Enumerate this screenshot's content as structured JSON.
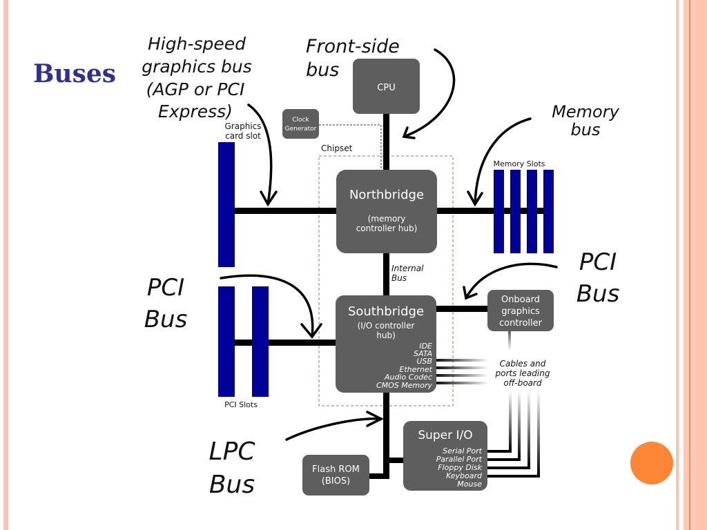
{
  "slide": {
    "title": "Buses",
    "colors": {
      "title": "#2e3191",
      "accent_border": "#f9c5b0",
      "accent_dot": "#fd8637",
      "box_fill": "#5e5e5e",
      "slot_fill": "#000099",
      "chipset_border": "#6a8f6a"
    }
  },
  "diagram": {
    "callouts": {
      "high_speed": [
        "High-speed",
        "graphics bus",
        "(AGP or PCI",
        "Express)"
      ],
      "front_side": [
        "Front-side",
        "bus"
      ],
      "memory_bus": [
        "Memory",
        "bus"
      ],
      "pci_left": [
        "PCI",
        "Bus"
      ],
      "pci_right": [
        "PCI",
        "Bus"
      ],
      "lpc": [
        "LPC",
        "Bus"
      ]
    },
    "labels": {
      "graphics_card_slot": [
        "Graphics",
        "card slot"
      ],
      "memory_slots": "Memory Slots",
      "pci_slots": "PCI Slots",
      "chipset": "Chipset",
      "internal_bus": [
        "Internal",
        "Bus"
      ],
      "cables": [
        "Cables and",
        "ports leading",
        "off-board"
      ]
    },
    "boxes": {
      "cpu": "CPU",
      "clock": [
        "Clock",
        "Generator"
      ],
      "northbridge": {
        "title": "Northbridge",
        "sub": [
          "(memory",
          "controller hub)"
        ]
      },
      "southbridge": {
        "title": "Southbridge",
        "sub": [
          "(I/O controller",
          "hub)"
        ],
        "ports": [
          "IDE",
          "SATA",
          "USB",
          "Ethernet",
          "Audio Codec",
          "CMOS Memory"
        ]
      },
      "onboard_graphics": [
        "Onboard",
        "graphics",
        "controller"
      ],
      "super_io": {
        "title": "Super I/O",
        "ports": [
          "Serial Port",
          "Parallel Port",
          "Floppy Disk",
          "Keyboard",
          "Mouse"
        ]
      },
      "flash_rom": [
        "Flash ROM",
        "(BIOS)"
      ]
    }
  }
}
